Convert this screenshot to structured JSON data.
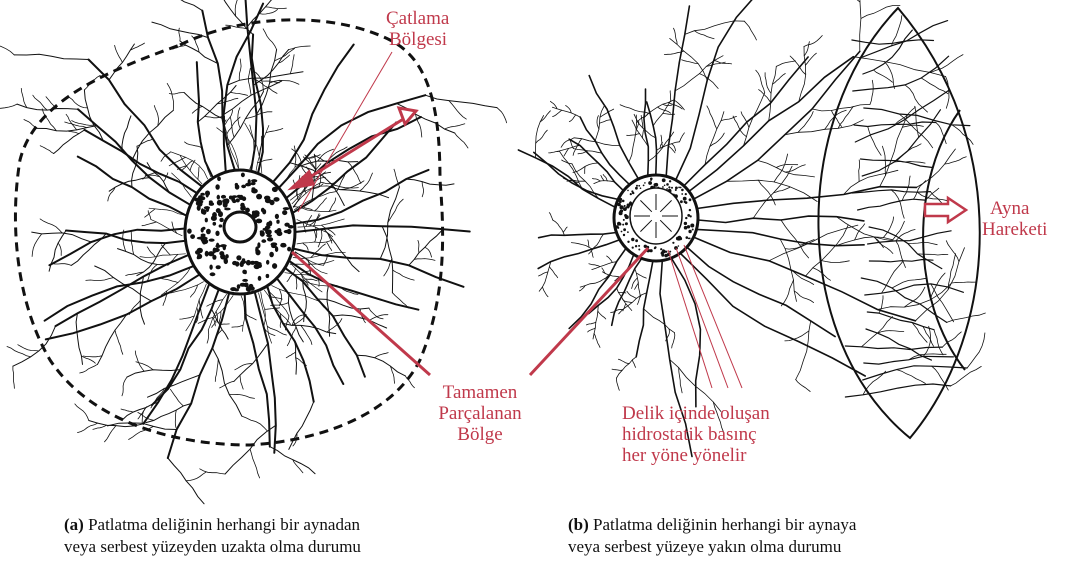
{
  "colors": {
    "annotation": "#c0394b",
    "ink": "#111111"
  },
  "labels": {
    "catlama_line1": "Çatlama",
    "catlama_line2": "Bölgesi",
    "tamamen_line1": "Tamamen",
    "tamamen_line2": "Parçalanan",
    "tamamen_line3": "Bölge",
    "delik_line1": "Delik içinde oluşan",
    "delik_line2": "hidrostatik basınç",
    "delik_line3": "her yöne yönelir",
    "ayna_line1": "Ayna",
    "ayna_line2": "Hareketi"
  },
  "captions": {
    "a_tag": "(a)",
    "a_line1": "Patlatma deliğinin herhangi bir aynadan",
    "a_line2": "veya serbest yüzeyden uzakta olma durumu",
    "b_tag": "(b)",
    "b_line1": "Patlatma deliğinin herhangi bir aynaya",
    "b_line2": "veya serbest yüzeye yakın olma durumu"
  }
}
